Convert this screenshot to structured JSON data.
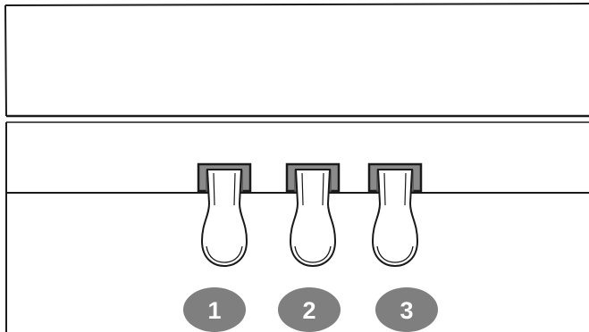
{
  "diagram": {
    "pedals": [
      {
        "number": "1"
      },
      {
        "number": "2"
      },
      {
        "number": "3"
      }
    ],
    "colors": {
      "outline": "#1a1a1a",
      "pedal_housing": "#8a8a8a",
      "badge": "#7f7f7f",
      "badge_text": "#ffffff",
      "background": "#ffffff"
    }
  }
}
